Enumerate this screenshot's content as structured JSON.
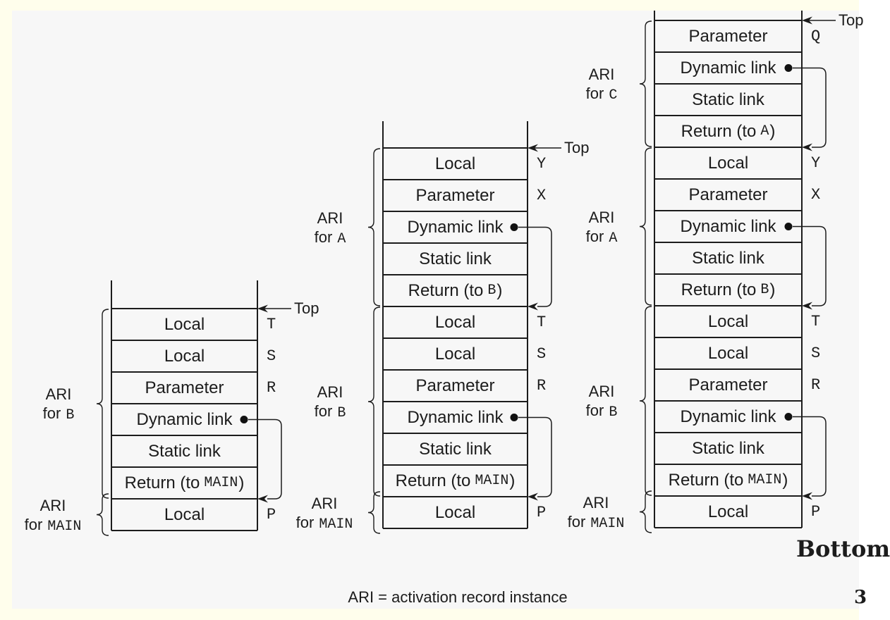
{
  "page": {
    "caption": "ARI = activation record instance",
    "bottom_edge_label": "Bottom",
    "page_number_partial": "3",
    "colors": {
      "frame_yellow": "#fffeec",
      "background": "#f7f7f7",
      "ink": "#1c1c1c"
    }
  },
  "stacks": [
    {
      "top_label": "Top",
      "groups": [
        {
          "line1": "ARI",
          "line2_prefix": "for",
          "line2_code": "B",
          "cells": [
            {
              "label": "Local",
              "var": "T"
            },
            {
              "label": "Local",
              "var": "S"
            },
            {
              "label": "Parameter",
              "var": "R"
            },
            {
              "label": "Dynamic link",
              "bullet": true
            },
            {
              "label": "Static link"
            },
            {
              "label": "Return (to",
              "code": "MAIN",
              "suffix": ")"
            }
          ]
        },
        {
          "line1": "ARI",
          "line2_prefix": "for",
          "line2_code": "MAIN",
          "cells": [
            {
              "label": "Local",
              "var": "P"
            }
          ]
        }
      ]
    },
    {
      "top_label": "Top",
      "groups": [
        {
          "line1": "ARI",
          "line2_prefix": "for",
          "line2_code": "A",
          "cells": [
            {
              "label": "Local",
              "var": "Y"
            },
            {
              "label": "Parameter",
              "var": "X"
            },
            {
              "label": "Dynamic link",
              "bullet": true
            },
            {
              "label": "Static link"
            },
            {
              "label": "Return (to",
              "code": "B",
              "suffix": ")"
            }
          ]
        },
        {
          "line1": "ARI",
          "line2_prefix": "for",
          "line2_code": "B",
          "cells": [
            {
              "label": "Local",
              "var": "T"
            },
            {
              "label": "Local",
              "var": "S"
            },
            {
              "label": "Parameter",
              "var": "R"
            },
            {
              "label": "Dynamic link",
              "bullet": true
            },
            {
              "label": "Static link"
            },
            {
              "label": "Return (to",
              "code": "MAIN",
              "suffix": ")"
            }
          ]
        },
        {
          "line1": "ARI",
          "line2_prefix": "for",
          "line2_code": "MAIN",
          "cells": [
            {
              "label": "Local",
              "var": "P"
            }
          ]
        }
      ]
    },
    {
      "top_label": "Top",
      "groups": [
        {
          "line1": "ARI",
          "line2_prefix": "for",
          "line2_code": "C",
          "cells": [
            {
              "label": "Parameter",
              "var": "Q"
            },
            {
              "label": "Dynamic link",
              "bullet": true
            },
            {
              "label": "Static link"
            },
            {
              "label": "Return (to",
              "code": "A",
              "suffix": ")"
            }
          ]
        },
        {
          "line1": "ARI",
          "line2_prefix": "for",
          "line2_code": "A",
          "cells": [
            {
              "label": "Local",
              "var": "Y"
            },
            {
              "label": "Parameter",
              "var": "X"
            },
            {
              "label": "Dynamic link",
              "bullet": true
            },
            {
              "label": "Static link"
            },
            {
              "label": "Return (to",
              "code": "B",
              "suffix": ")"
            }
          ]
        },
        {
          "line1": "ARI",
          "line2_prefix": "for",
          "line2_code": "B",
          "cells": [
            {
              "label": "Local",
              "var": "T"
            },
            {
              "label": "Local",
              "var": "S"
            },
            {
              "label": "Parameter",
              "var": "R"
            },
            {
              "label": "Dynamic link",
              "bullet": true
            },
            {
              "label": "Static link"
            },
            {
              "label": "Return (to",
              "code": "MAIN",
              "suffix": ")"
            }
          ]
        },
        {
          "line1": "ARI",
          "line2_prefix": "for",
          "line2_code": "MAIN",
          "cells": [
            {
              "label": "Local",
              "var": "P"
            }
          ]
        }
      ]
    }
  ]
}
